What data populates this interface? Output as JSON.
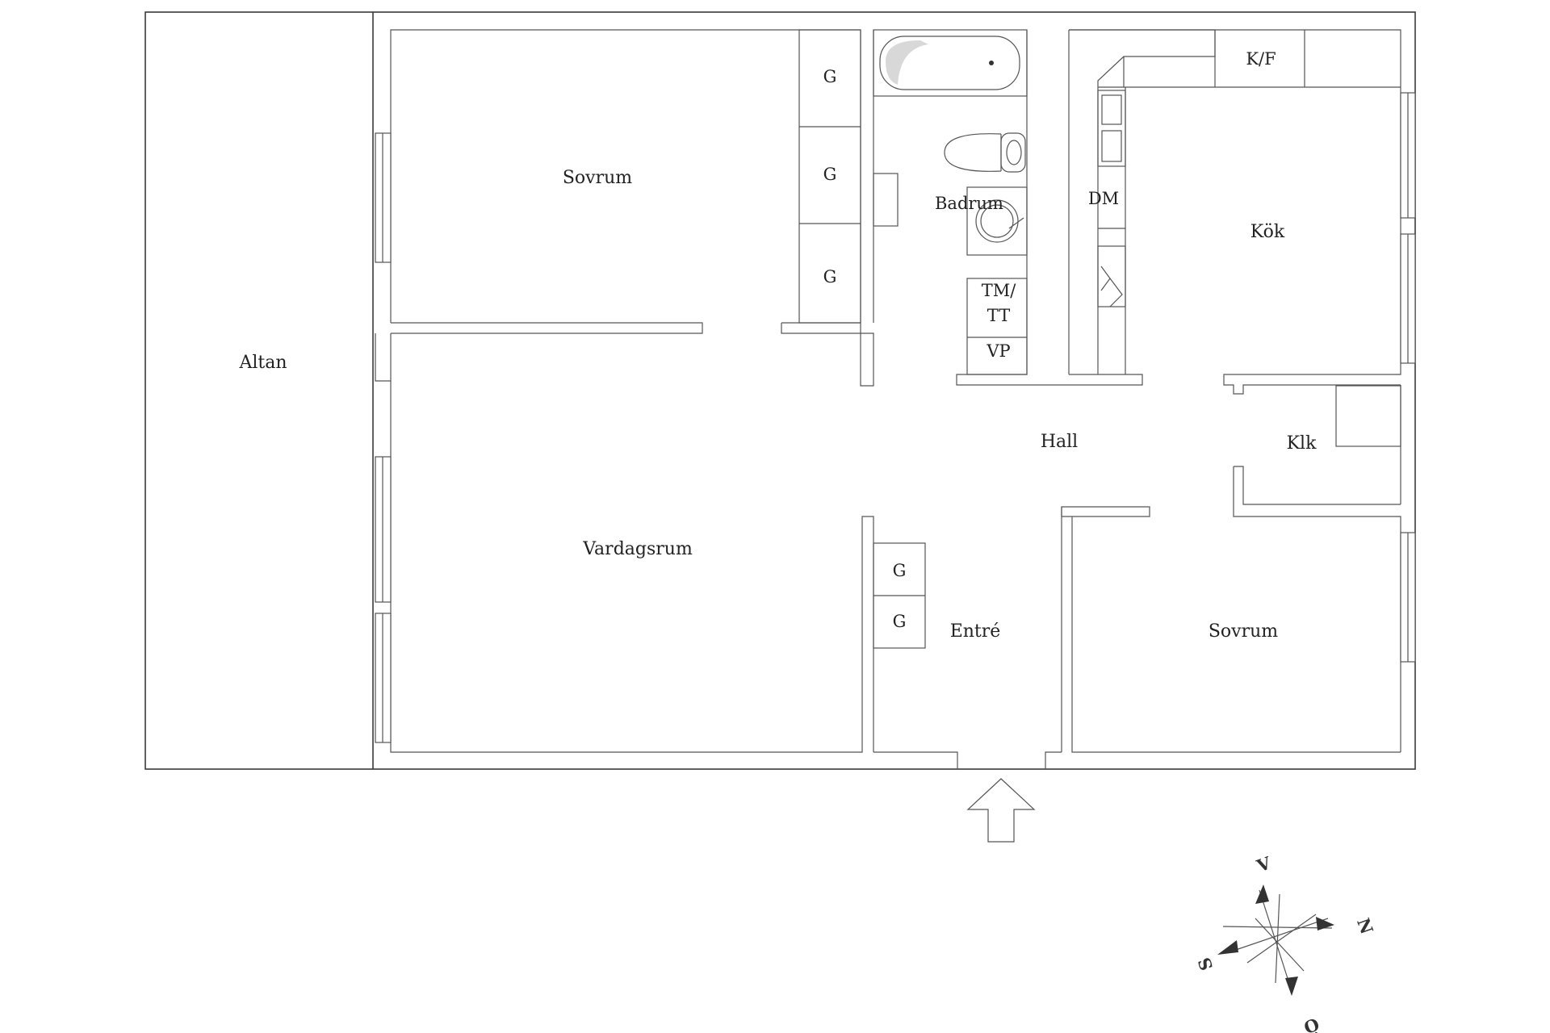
{
  "rooms": {
    "altan": "Altan",
    "sovrum_top": "Sovrum",
    "vardagsrum": "Vardagsrum",
    "badrum": "Badrum",
    "kok": "Kök",
    "hall": "Hall",
    "klk": "Klk",
    "entre": "Entré",
    "sovrum_bottom": "Sovrum"
  },
  "fixtures": {
    "wardrobe": "G",
    "dishwasher": "DM",
    "fridge_freezer": "K/F",
    "washer_dryer_line1": "TM/",
    "washer_dryer_line2": "TT",
    "water_heater": "VP"
  },
  "compass": {
    "north": "N",
    "south": "S",
    "east": "Ö",
    "west": "V"
  },
  "colors": {
    "stroke": "#3a3a3a",
    "background": "#ffffff"
  }
}
